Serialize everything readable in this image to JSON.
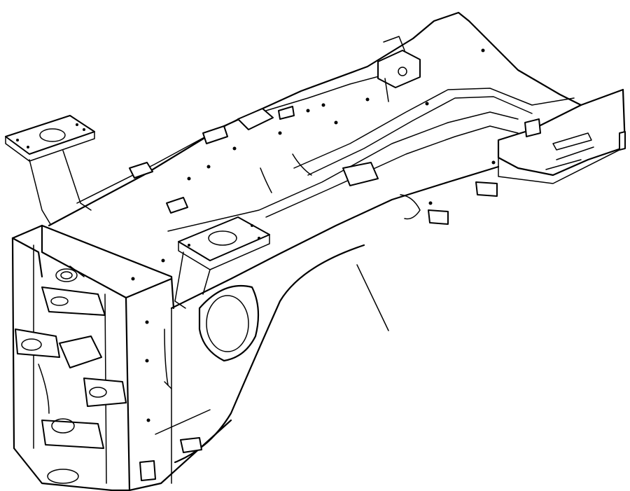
{
  "figure": {
    "kind": "parts-drawing",
    "subject": "frame-assembly",
    "leader_count": 1
  }
}
